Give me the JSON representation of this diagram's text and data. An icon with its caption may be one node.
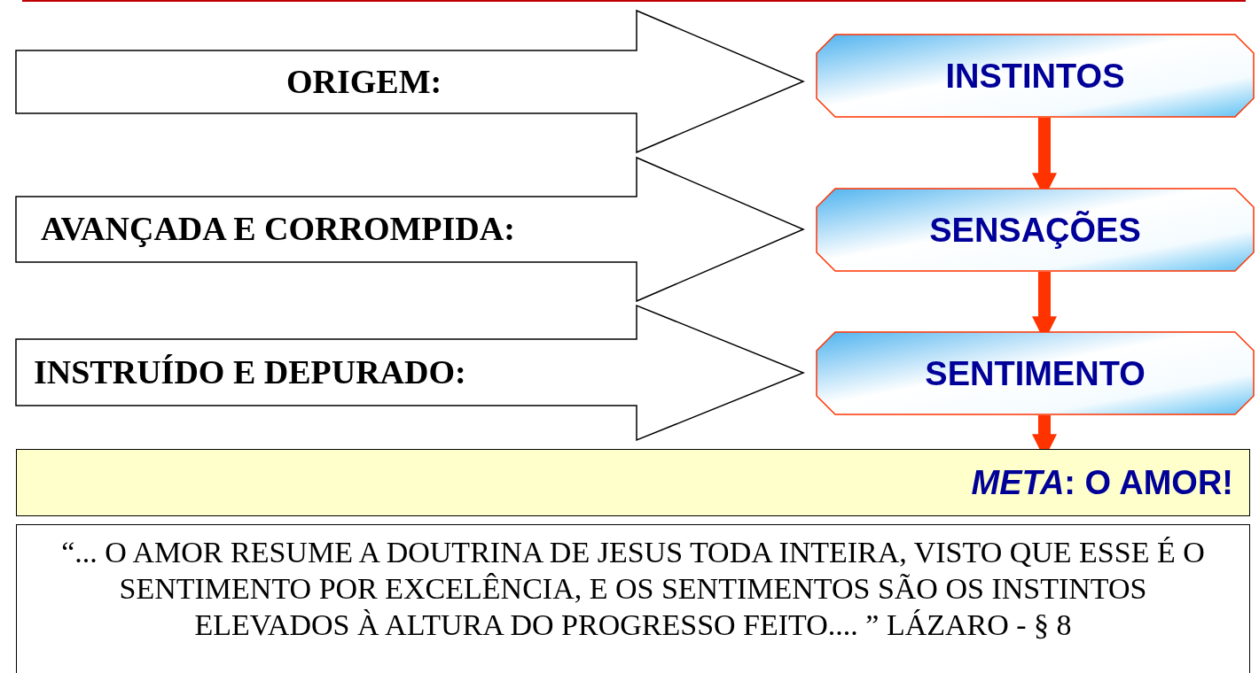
{
  "diagram": {
    "nodes": [
      {
        "text": [
          "ORIGEM:"
        ]
      },
      {
        "text": [
          "INSTINTOS"
        ]
      },
      {
        "text": [
          "AVANÇADA E CORROMPIDA:"
        ]
      },
      {
        "text": [
          "SENSAÇÕES"
        ]
      },
      {
        "text": [
          "INSTRUÍDO E DEPURADO:"
        ]
      },
      {
        "text": [
          "SENTIMENTO"
        ]
      },
      {
        "text": [
          "*META*: O AMOR!"
        ]
      },
      {
        "text": [
          "“... O AMOR RESUME A DOUTRINA DE JESUS TODA INTEIRA, VISTO QUE ESSE É O SENTIMENTO POR EXCELÊNCIA, E OS SENTIMENTOS SÃO OS INSTINTOS ELEVADOS À ALTURA DO PROGRESSO FEITO.... ” LÁZARO - § 8"
        ]
      }
    ],
    "edges": [
      {
        "from": 1,
        "to": 3,
        "arrow": "to"
      },
      {
        "from": 3,
        "to": 5,
        "arrow": "to"
      },
      {
        "from": 5,
        "to": 6,
        "arrow": "to"
      }
    ]
  }
}
